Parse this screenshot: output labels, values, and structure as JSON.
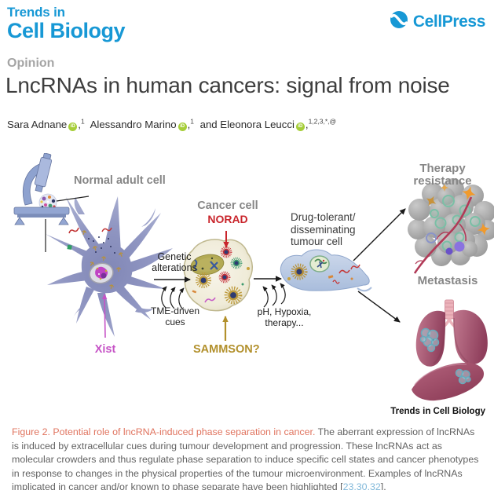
{
  "journal": {
    "masthead_line1": "Trends in",
    "masthead_line2": "Cell Biology",
    "publisher": "CellPress",
    "brand_color": "#1798d5"
  },
  "article": {
    "category": "Opinion",
    "title": "LncRNAs in human cancers: signal from noise",
    "authors": [
      {
        "name": "Sara Adnane",
        "comma": ",",
        "affiliations": "1"
      },
      {
        "name": "Alessandro Marino",
        "comma": ",",
        "affiliations": "1"
      },
      {
        "name": "and Eleonora Leucci",
        "comma": ",",
        "affiliations": "1,2,3,*,@"
      }
    ]
  },
  "figure": {
    "labels": {
      "normal_cell": "Normal adult cell",
      "cancer_cell": "Cancer cell",
      "norad": "NORAD",
      "xist": "Xist",
      "sammson": "SAMMSON?",
      "genetic_1": "Genetic",
      "genetic_2": "alterations",
      "tme_1": "TME-driven",
      "tme_2": "cues",
      "stress_1": "pH, Hypoxia,",
      "stress_2": "therapy...",
      "dtc_1": "Drug-tolerant/",
      "dtc_2": "disseminating",
      "dtc_3": "tumour cell",
      "therapy_resistance": "Therapy resistance",
      "metastasis": "Metastasis"
    },
    "credit": "Trends in Cell Biology",
    "icons": {
      "orcid": "orcid-icon",
      "publisher_mark": "cellpress-logo-icon"
    },
    "colors": {
      "norad_red": "#c9252c",
      "xist_magenta": "#c653c6",
      "sammson_gold": "#b2902c",
      "label_gray": "#868686"
    }
  },
  "caption": {
    "figure_label": "Figure 2. Potential role of lncRNA-induced phase separation in cancer.",
    "body": " The aberrant expression of lncRNAs is induced by extracellular cues during tumour development and progression. These lncRNAs act as molecular crowders and thus regulate phase separation to induce specific cell states and cancer phenotypes in response to changes in the physical properties of the tumour microenvironment. Examples of lncRNAs implicated in cancer and/or known to phase separate have been highlighted [",
    "citations": "23,30,32",
    "closing": "]."
  }
}
